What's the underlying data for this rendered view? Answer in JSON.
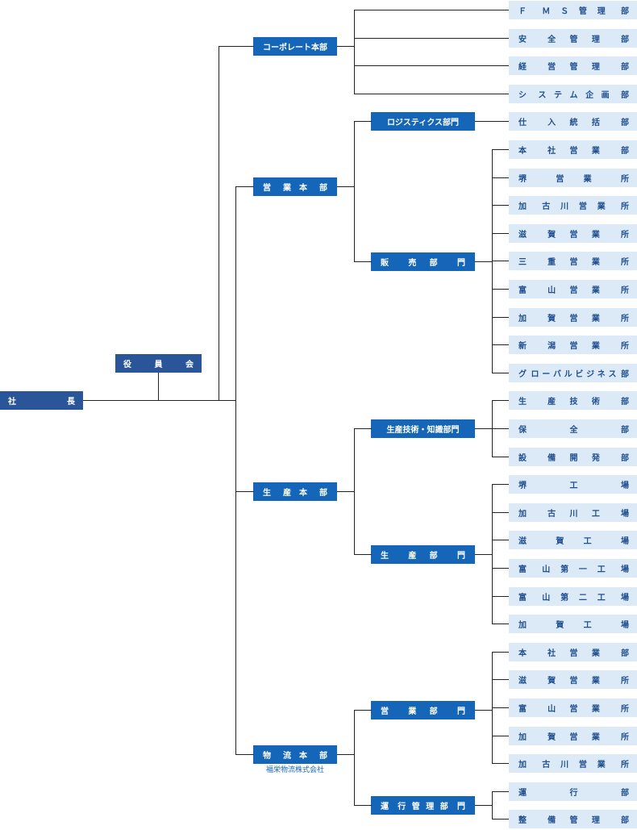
{
  "president": "社長",
  "board": "役員会",
  "hq": [
    {
      "id": "corporate",
      "label": "コーポレート本部",
      "spaced": false,
      "depts": [
        "ＦＭＳ管理部",
        "安全管理部",
        "経営管理部",
        "システム企画部"
      ]
    },
    {
      "id": "sales",
      "label": "営業本部",
      "spaced": true,
      "divisions": [
        {
          "label": "ロジスティクス部門",
          "spaced": false,
          "depts": [
            "仕入統括部"
          ]
        },
        {
          "label": "販売部門",
          "spaced": true,
          "depts": [
            "本社営業部",
            "堺営業所",
            "加古川営業所",
            "滋賀営業所",
            "三重営業所",
            "富山営業所",
            "加賀営業所",
            "新潟営業所",
            "グローバルビジネス部"
          ]
        }
      ]
    },
    {
      "id": "production",
      "label": "生産本部",
      "spaced": true,
      "divisions": [
        {
          "label": "生産技術・知識部門",
          "spaced": false,
          "depts": [
            "生産技術部",
            "保全部",
            "設備開発部"
          ]
        },
        {
          "label": "生産部門",
          "spaced": true,
          "depts": [
            "堺工場",
            "加古川工場",
            "滋賀工場",
            "富山第一工場",
            "富山第二工場",
            "加賀工場"
          ]
        }
      ]
    },
    {
      "id": "logistics",
      "label": "物流本部",
      "spaced": true,
      "subtitle": "福栄物流株式会社",
      "divisions": [
        {
          "label": "営業部門",
          "spaced": true,
          "depts": [
            "本社営業部",
            "滋賀営業所",
            "富山営業所",
            "加賀営業所",
            "加古川営業所"
          ]
        },
        {
          "label": "運行管理部門",
          "spaced": true,
          "depts": [
            "運行部",
            "整備管理部"
          ]
        }
      ]
    }
  ],
  "colors": {
    "dark": "#2a5599",
    "blue": "#1565b8",
    "light": "#dce9f6",
    "line": "#222222"
  }
}
